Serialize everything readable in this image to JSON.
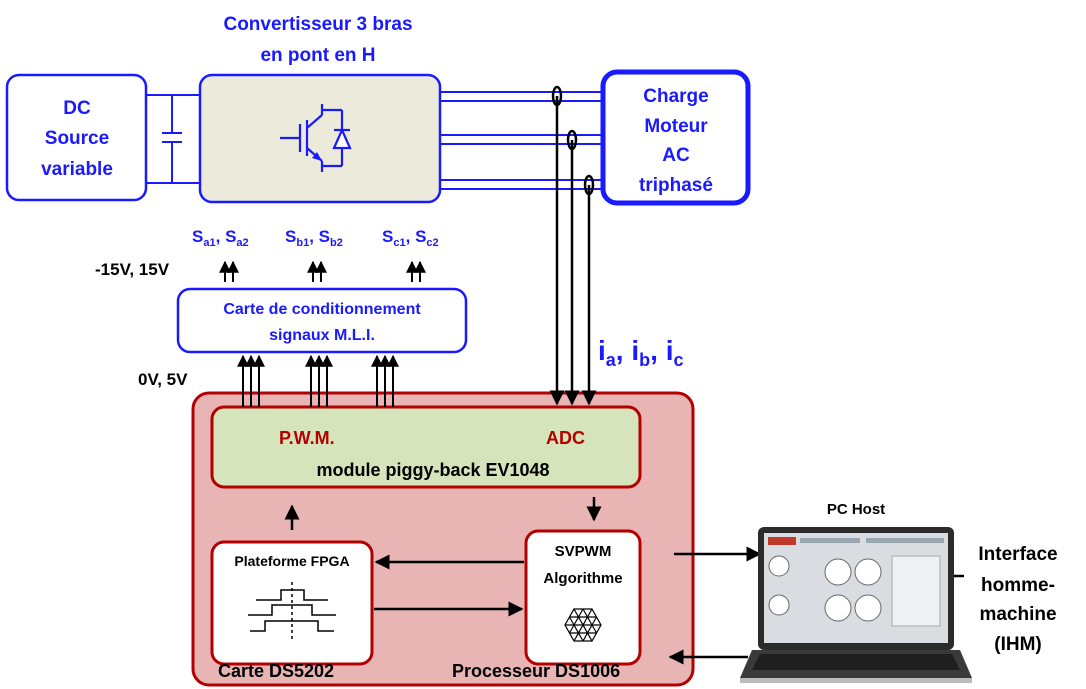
{
  "converter_title_line1": "Convertisseur 3 bras",
  "converter_title_line2": "en pont en H",
  "dc_source": {
    "line1": "DC",
    "line2": "Source",
    "line3": "variable"
  },
  "motor": {
    "line1": "Charge",
    "line2": "Moteur",
    "line3": "AC",
    "line4": "triphasé"
  },
  "switch_labels": {
    "sa1": "S",
    "sa1_sub": "a1",
    "sa2": "S",
    "sa2_sub": "a2",
    "comma": ",",
    "sb1": "S",
    "sb1_sub": "b1",
    "sb2": "S",
    "sb2_sub": "b2",
    "sc1": "S",
    "sc1_sub": "c1",
    "sc2": "S",
    "sc2_sub": "c2"
  },
  "supply_label": "-15V, 15V",
  "logic_label": "0V, 5V",
  "conditioning": {
    "line1": "Carte de conditionnement",
    "line2": "signaux M.L.I."
  },
  "currents": {
    "i": "i",
    "a": "a",
    "b": "b",
    "c": "c",
    "sep": ", "
  },
  "pwm_label": "P.W.M.",
  "adc_label": "ADC",
  "piggyback_label": "module piggy-back EV1048",
  "fpga_label": "Plateforme FPGA",
  "svpwm_line1": "SVPWM",
  "svpwm_line2": "Algorithme",
  "ds5202_label": "Carte DS5202",
  "ds1006_label": "Processeur DS1006",
  "pc_host_label": "PC Host",
  "ihm": {
    "line1": "Interface",
    "line2": "homme-",
    "line3": "machine",
    "line4": "(IHM)"
  },
  "colors": {
    "blue": "#1a1aff",
    "dark_red": "#b30000",
    "panel_fill": "#e8b4b4",
    "piggy_fill": "#d6e4bc",
    "converter_fill": "#eceadb"
  }
}
